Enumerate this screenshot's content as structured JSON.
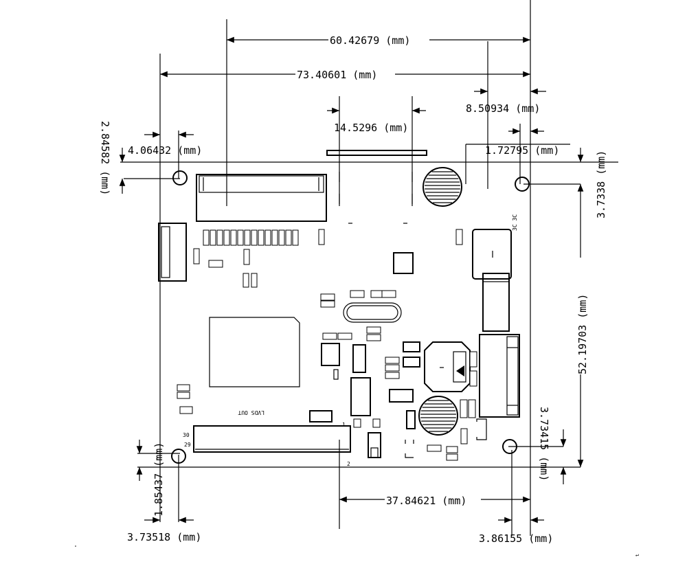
{
  "dimensions": {
    "top_span": "60.42679 (mm)",
    "board_width": "73.40601 (mm)",
    "right_offset": "8.50934 (mm)",
    "connector_width": "14.5296 (mm)",
    "hole_left_x": "4.06432 (mm)",
    "right_small": "1.72795 (mm)",
    "hole_top_y": "2.84582 (mm)",
    "hole_right_y": "3.7338 (mm)",
    "board_height": "52.19703 (mm)",
    "hole_br_y": "3.73415 (mm)",
    "hole_bl_y": "1.85437 (mm)",
    "bottom_span": "37.84621 (mm)",
    "hole_bl_x": "3.73518 (mm)",
    "hole_br_x": "3.86155 (mm)"
  },
  "silkscreen": {
    "lvds_out": "LVDS OUT",
    "pin_labels": [
      "30",
      "29",
      "1",
      "2"
    ]
  }
}
